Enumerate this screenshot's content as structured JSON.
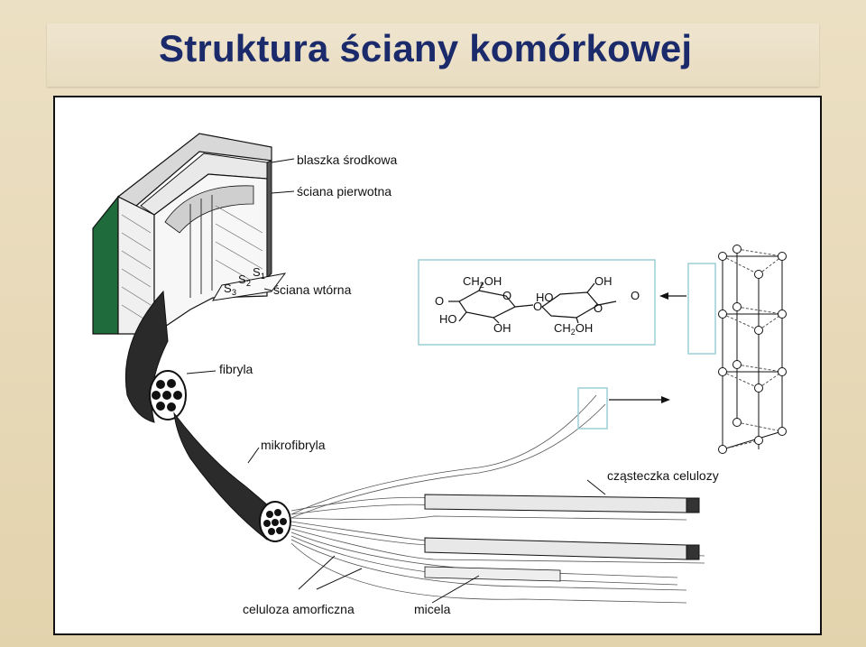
{
  "slide": {
    "title": "Struktura ściany komórkowej"
  },
  "diagram": {
    "labels": {
      "middle_lamella": "blaszka środkowa",
      "primary_wall": "ściana pierwotna",
      "secondary_wall": "ściana wtórna",
      "s1": "S",
      "s2": "S",
      "s3": "S",
      "fibril": "fibryla",
      "microfibril": "mikrofibryla",
      "cellulose_molecule": "cząsteczka celulozy",
      "amorphous_cellulose": "celuloza amorficzna",
      "micelle": "micela"
    },
    "chemistry": {
      "ch2oh_top": "CH",
      "oh_top": "OH",
      "ho_left": "HO",
      "oh_bottom": "OH",
      "ho_mid": "HO",
      "oh_right": "OH",
      "ch2oh_bottom": "CH",
      "o_left": "O",
      "o_ring1": "O",
      "o_bridge": "O",
      "o_ring2": "O",
      "o_right": "O",
      "sub2": "2",
      "oh_suffix": "OH"
    }
  },
  "colors": {
    "title": "#1b2a6b",
    "ink": "#111111",
    "green_face": "#1f6b3c",
    "highlight_box": "#9ccfd6"
  }
}
